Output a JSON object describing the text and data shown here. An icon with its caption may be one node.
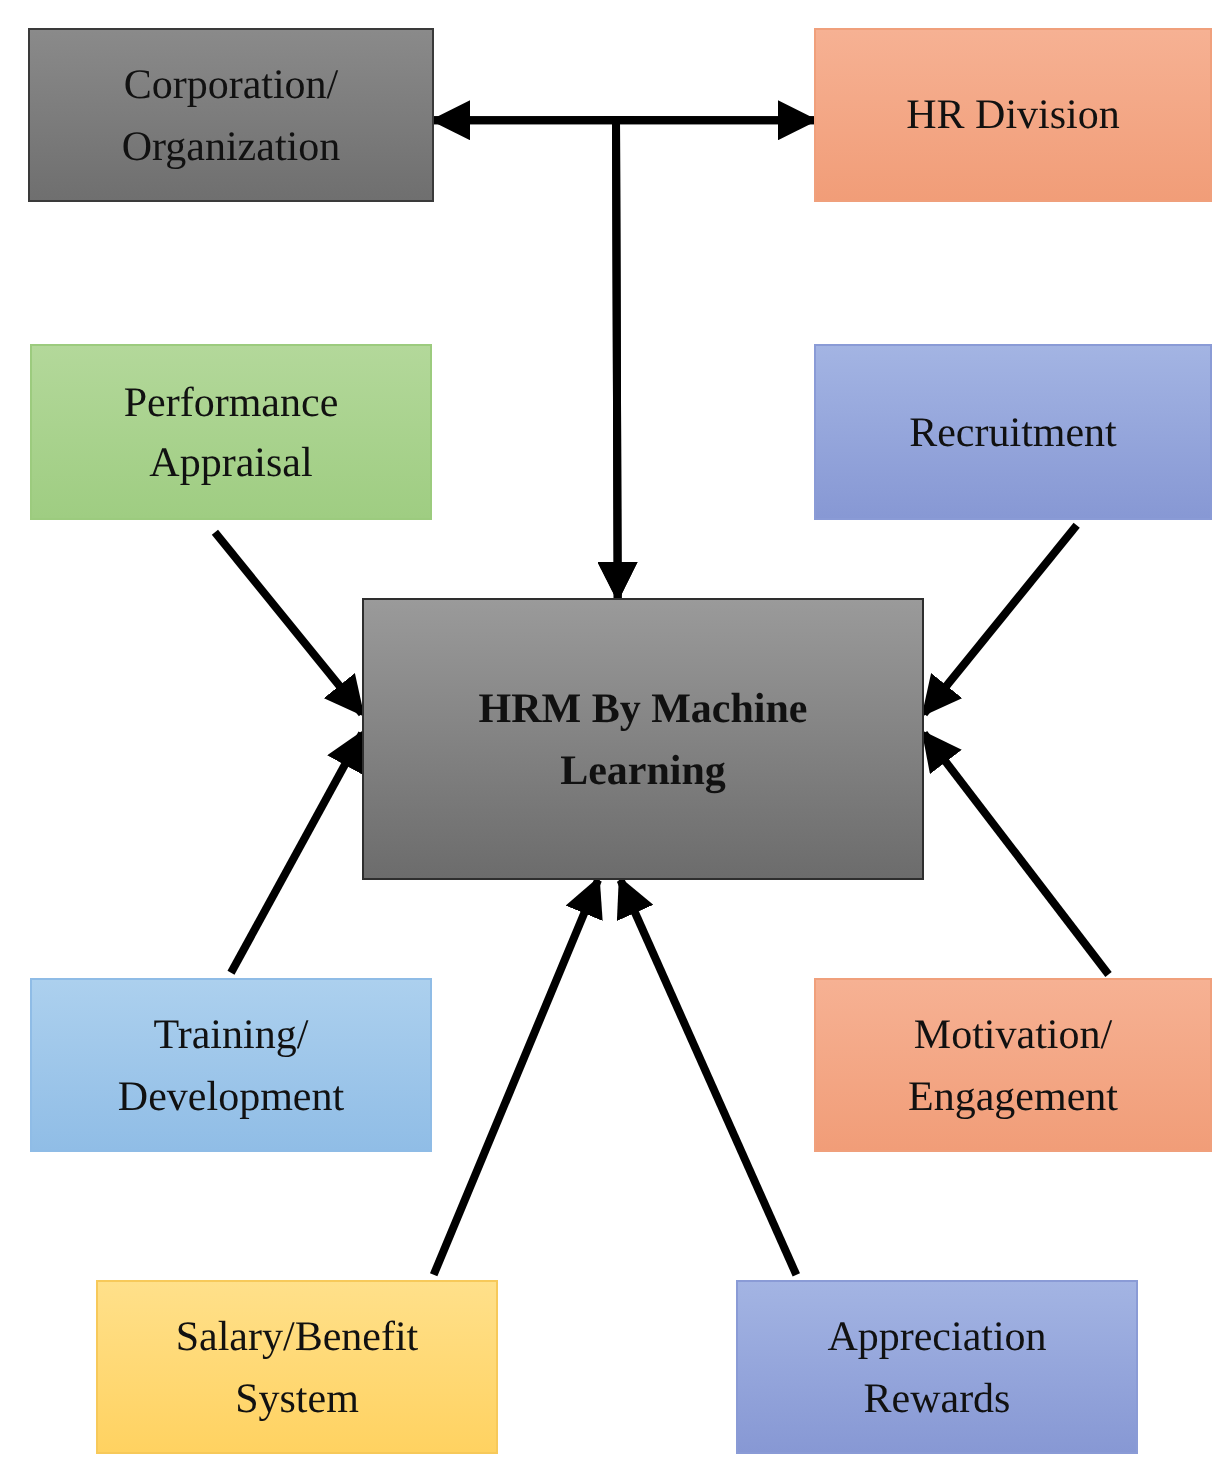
{
  "diagram": {
    "nodes": [
      {
        "text": [
          "Corporation/ Organization"
        ]
      },
      {
        "text": [
          "HR Division"
        ]
      },
      {
        "text": [
          "Performance Appraisal"
        ]
      },
      {
        "text": [
          "Recruitment"
        ]
      },
      {
        "text": [
          "HRM By Machine Learning"
        ]
      },
      {
        "text": [
          "Training/ Development"
        ]
      },
      {
        "text": [
          "Motivation/ Engagement"
        ]
      },
      {
        "text": [
          "Salary/Benefit System"
        ]
      },
      {
        "text": [
          "Appreciation Rewards"
        ]
      }
    ],
    "edges": [
      {
        "from": 0,
        "to": 1,
        "arrow": "both"
      },
      {
        "from": 0,
        "to": 4,
        "arrow": "to"
      },
      {
        "from": 1,
        "to": 4,
        "arrow": "to"
      },
      {
        "from": 2,
        "to": 4,
        "arrow": "to"
      },
      {
        "from": 3,
        "to": 4,
        "arrow": "to"
      },
      {
        "from": 5,
        "to": 4,
        "arrow": "to"
      },
      {
        "from": 6,
        "to": 4,
        "arrow": "to"
      },
      {
        "from": 7,
        "to": 4,
        "arrow": "to"
      },
      {
        "from": 8,
        "to": 4,
        "arrow": "to"
      }
    ]
  }
}
